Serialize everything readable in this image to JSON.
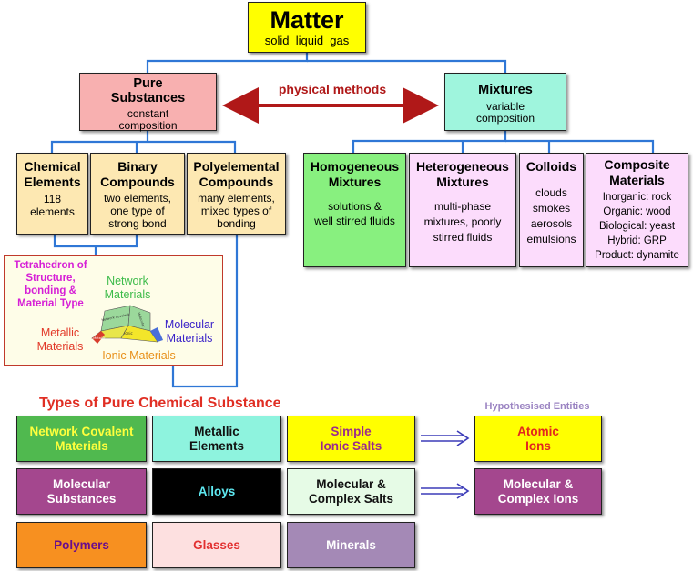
{
  "matter": {
    "title": "Matter",
    "subtitle": "solid  liquid  gas"
  },
  "arrow_label": "physical methods",
  "pure": {
    "title_1": "Pure",
    "title_2": "Substances",
    "desc_1": "constant",
    "desc_2": "composition"
  },
  "mixtures": {
    "title": "Mixtures",
    "desc_1": "variable",
    "desc_2": "composition"
  },
  "chemical": {
    "title_1": "Chemical",
    "title_2": "Elements",
    "desc_1": "118",
    "desc_2": "elements"
  },
  "binary": {
    "title_1": "Binary",
    "title_2": "Compounds",
    "desc_1": "two elements,",
    "desc_2": "one type of",
    "desc_3": "strong bond"
  },
  "polyelemental": {
    "title_1": "Polyelemental",
    "title_2": "Compounds",
    "desc_1": "many elements,",
    "desc_2": "mixed types of",
    "desc_3": "bonding"
  },
  "homogeneous": {
    "title_1": "Homogeneous",
    "title_2": "Mixtures",
    "desc_1": "solutions &",
    "desc_2": "well stirred fluids"
  },
  "heterogeneous": {
    "title_1": "Heterogeneous",
    "title_2": "Mixtures",
    "desc_1": "multi-phase",
    "desc_2": "mixtures, poorly",
    "desc_3": "stirred fluids"
  },
  "colloids": {
    "title": "Colloids",
    "items": [
      "clouds",
      "smokes",
      "aerosols",
      "emulsions"
    ]
  },
  "composite": {
    "title_1": "Composite",
    "title_2": "Materials",
    "items": [
      "Inorganic: rock",
      "Organic: wood",
      "Biological: yeast",
      "Hybrid: GRP",
      "Product: dynamite"
    ]
  },
  "tetrahedron": {
    "heading_1": "Tetrahedron of",
    "heading_2": "Structure,",
    "heading_3": "bonding &",
    "heading_4": "Material Type",
    "network_1": "Network",
    "network_2": "Materials",
    "molecular_1": "Molecular",
    "molecular_2": "Materials",
    "metallic_1": "Metallic",
    "metallic_2": "Materials",
    "ionic": "Ionic Materials",
    "face_network": "Network Covalent",
    "face_molecular": "Molecular",
    "face_metallic": "Metallic",
    "face_ionic": "Ionic"
  },
  "types_heading": "Types of Pure Chemical Substance",
  "hypothesised_heading": "Hypothesised Entities",
  "types": [
    {
      "line1": "Network Covalent",
      "line2": "Materials"
    },
    {
      "line1": "Metallic",
      "line2": "Elements"
    },
    {
      "line1": "Simple",
      "line2": "Ionic Salts"
    },
    {
      "line1": "Molecular",
      "line2": "Substances"
    },
    {
      "line1": "Alloys",
      "line2": ""
    },
    {
      "line1": "Molecular &",
      "line2": "Complex Salts"
    },
    {
      "line1": "Polymers",
      "line2": ""
    },
    {
      "line1": "Glasses",
      "line2": ""
    },
    {
      "line1": "Minerals",
      "line2": ""
    }
  ],
  "entities": [
    {
      "line1": "Atomic",
      "line2": "Ions"
    },
    {
      "line1": "Molecular &",
      "line2": "Complex Ions"
    }
  ],
  "colors": {
    "matter": "#ffff00",
    "pure": "#f8b0b0",
    "mixtures": "#9ff5dd",
    "compounds": "#fde8b2",
    "homogeneous": "#88f07f",
    "other_mixtures": "#fcdcfc",
    "tetrahedron_bg": "#fefde8",
    "arrow": "#b01818",
    "connector": "#2f77d6",
    "heading_red": "#e02e23"
  }
}
